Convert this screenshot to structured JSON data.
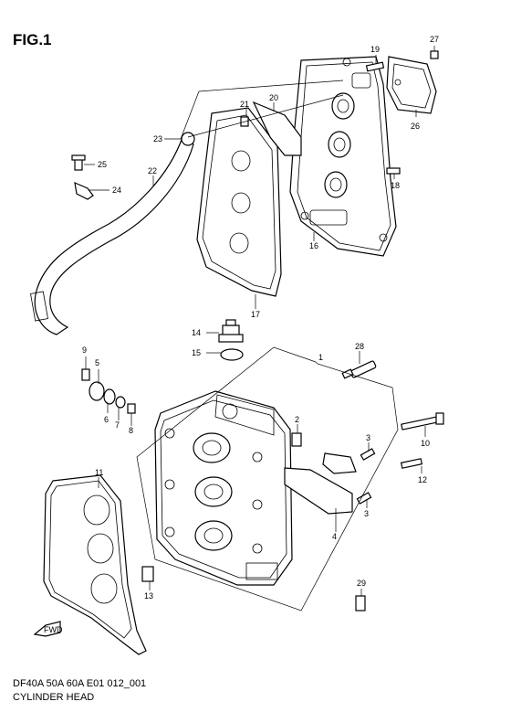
{
  "figure": {
    "title": "FIG.1"
  },
  "footer": {
    "model_code": "DF40A 50A 60A E01 012_001",
    "caption": "CYLINDER HEAD"
  },
  "callouts": [
    {
      "id": "c1",
      "label": "1"
    },
    {
      "id": "c2",
      "label": "2"
    },
    {
      "id": "c3a",
      "label": "3"
    },
    {
      "id": "c3b",
      "label": "3"
    },
    {
      "id": "c4",
      "label": "4"
    },
    {
      "id": "c5",
      "label": "5"
    },
    {
      "id": "c6",
      "label": "6"
    },
    {
      "id": "c7",
      "label": "7"
    },
    {
      "id": "c8",
      "label": "8"
    },
    {
      "id": "c9",
      "label": "9"
    },
    {
      "id": "c10",
      "label": "10"
    },
    {
      "id": "c11",
      "label": "11"
    },
    {
      "id": "c12",
      "label": "12"
    },
    {
      "id": "c13",
      "label": "13"
    },
    {
      "id": "c14",
      "label": "14"
    },
    {
      "id": "c15",
      "label": "15"
    },
    {
      "id": "c16",
      "label": "16"
    },
    {
      "id": "c17",
      "label": "17"
    },
    {
      "id": "c18",
      "label": "18"
    },
    {
      "id": "c19",
      "label": "19"
    },
    {
      "id": "c20",
      "label": "20"
    },
    {
      "id": "c21",
      "label": "21"
    },
    {
      "id": "c22",
      "label": "22"
    },
    {
      "id": "c23",
      "label": "23"
    },
    {
      "id": "c24",
      "label": "24"
    },
    {
      "id": "c25",
      "label": "25"
    },
    {
      "id": "c26",
      "label": "26"
    },
    {
      "id": "c27",
      "label": "27"
    },
    {
      "id": "c28",
      "label": "28"
    },
    {
      "id": "c29",
      "label": "29"
    }
  ],
  "direction_marker": {
    "label": "FWD"
  }
}
